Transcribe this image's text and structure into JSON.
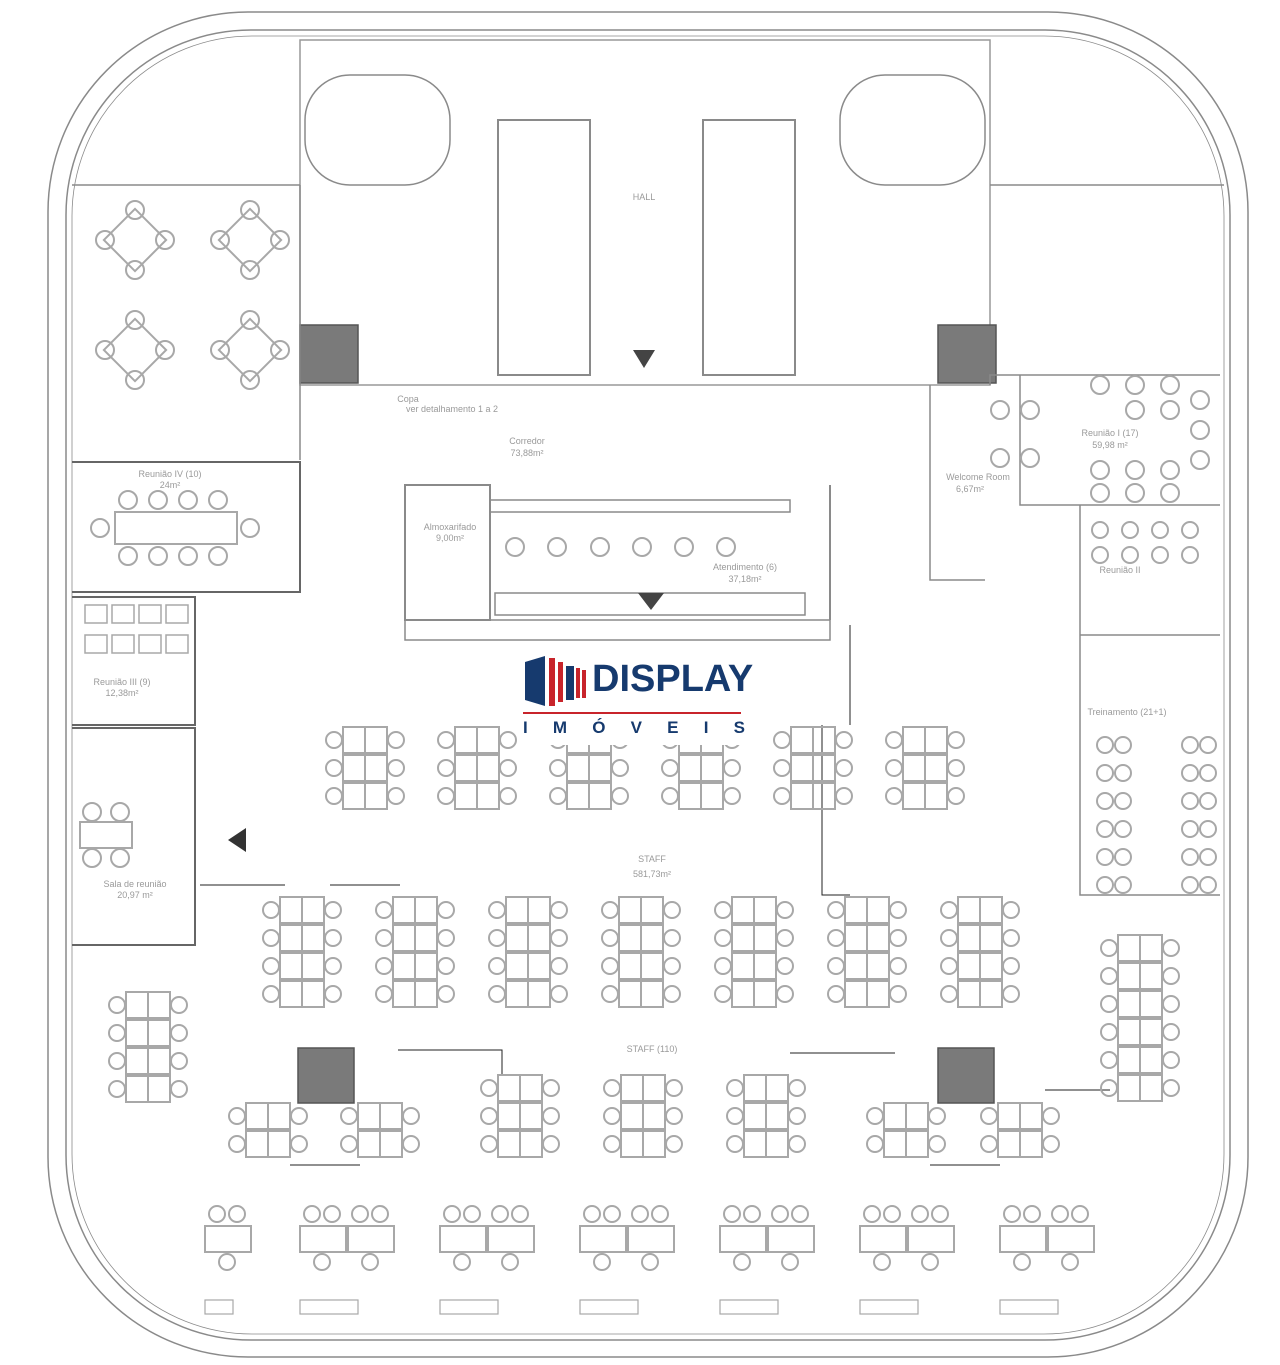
{
  "plan": {
    "rooms": {
      "copa": "Copa",
      "copa_note": "ver detalhamento 1 a 2",
      "corredor": "Corredor",
      "corredor_area": "73,88m²",
      "almoxarifado": "Almoxarifado",
      "almoxarifado_area": "9,00m²",
      "atendimento": "Atendimento (6)",
      "atendimento_area": "37,18m²",
      "reuniao_iv": "Reunião IV (10)",
      "reuniao_iv_area": "24m²",
      "reuniao_iii": "Reunião III (9)",
      "reuniao_iii_area": "12,38m²",
      "sala_reuniao": "Sala de reunião",
      "sala_reuniao_area": "20,97 m²",
      "welcome": "Welcome Room",
      "welcome_area": "6,67m²",
      "reuniao_i": "Reunião I (17)",
      "reuniao_i_area": "59,98 m²",
      "reuniao_ii": "Reunião II",
      "treinamento": "Treinamento (21+1)",
      "staff": "STAFF",
      "staff_area": "581,73m²",
      "staff_count": "STAFF (110)",
      "hall": "HALL"
    }
  },
  "logo": {
    "word": "DISPLAY",
    "sub": [
      "I",
      "M",
      "Ó",
      "V",
      "E",
      "I",
      "S"
    ],
    "colors": {
      "navy": "#163a6e",
      "red": "#c8242b"
    }
  }
}
